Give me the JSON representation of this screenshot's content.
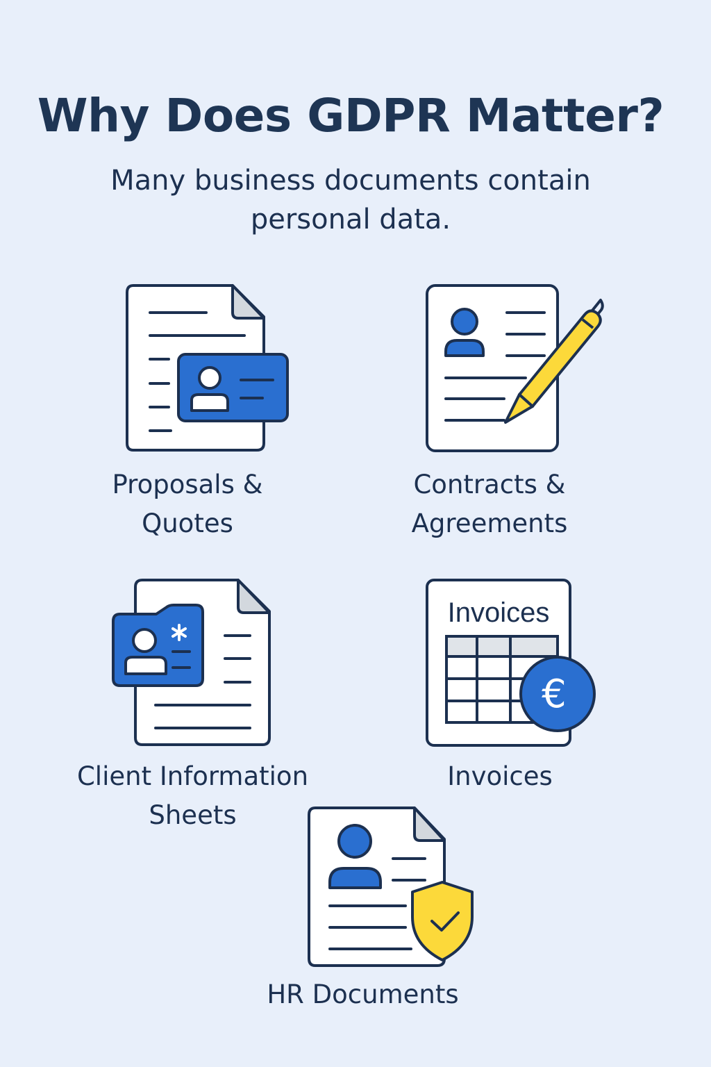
{
  "header": {
    "title": "Why Does GDPR Matter?",
    "subtitle_line1": "Many business documents contain",
    "subtitle_line2": "personal data."
  },
  "items": [
    {
      "label_line1": "Proposals &",
      "label_line2": "Quotes",
      "icon": "document-with-id-card-icon"
    },
    {
      "label_line1": "Contracts &",
      "label_line2": "Agreements",
      "icon": "document-with-pen-icon"
    },
    {
      "label_line1": "Client Information",
      "label_line2": "Sheets",
      "icon": "document-with-client-folder-icon"
    },
    {
      "label_line1": "Invoices",
      "icon": "invoice-euro-icon",
      "icon_text": "Invoices",
      "currency_symbol": "€"
    },
    {
      "label_line1": "HR Documents",
      "icon": "document-with-shield-icon"
    }
  ],
  "colors": {
    "background": "#e8effa",
    "outline": "#1c3050",
    "blue": "#2a6fd0",
    "yellow": "#fcd93a",
    "paper": "#ffffff",
    "fold": "#d3d8de"
  }
}
